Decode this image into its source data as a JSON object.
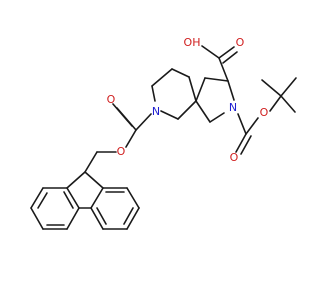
{
  "atoms": [
    {
      "id": "n_pip",
      "text": "N",
      "color": "#1f1fd0"
    },
    {
      "id": "o_fmoc_ester",
      "text": "O",
      "color": "#d01f1f"
    },
    {
      "id": "o_fmoc_carbonyl",
      "text": "O",
      "color": "#d01f1f"
    },
    {
      "id": "n_pyr",
      "text": "N",
      "color": "#1f1fd0"
    },
    {
      "id": "o_boc_carbonyl",
      "text": "O",
      "color": "#d01f1f"
    },
    {
      "id": "o_boc_ester",
      "text": "O",
      "color": "#d01f1f"
    },
    {
      "id": "o_acid_carbonyl",
      "text": "O",
      "color": "#d01f1f"
    },
    {
      "id": "oh_acid",
      "text": "OH",
      "color": "#d01f1f"
    }
  ]
}
